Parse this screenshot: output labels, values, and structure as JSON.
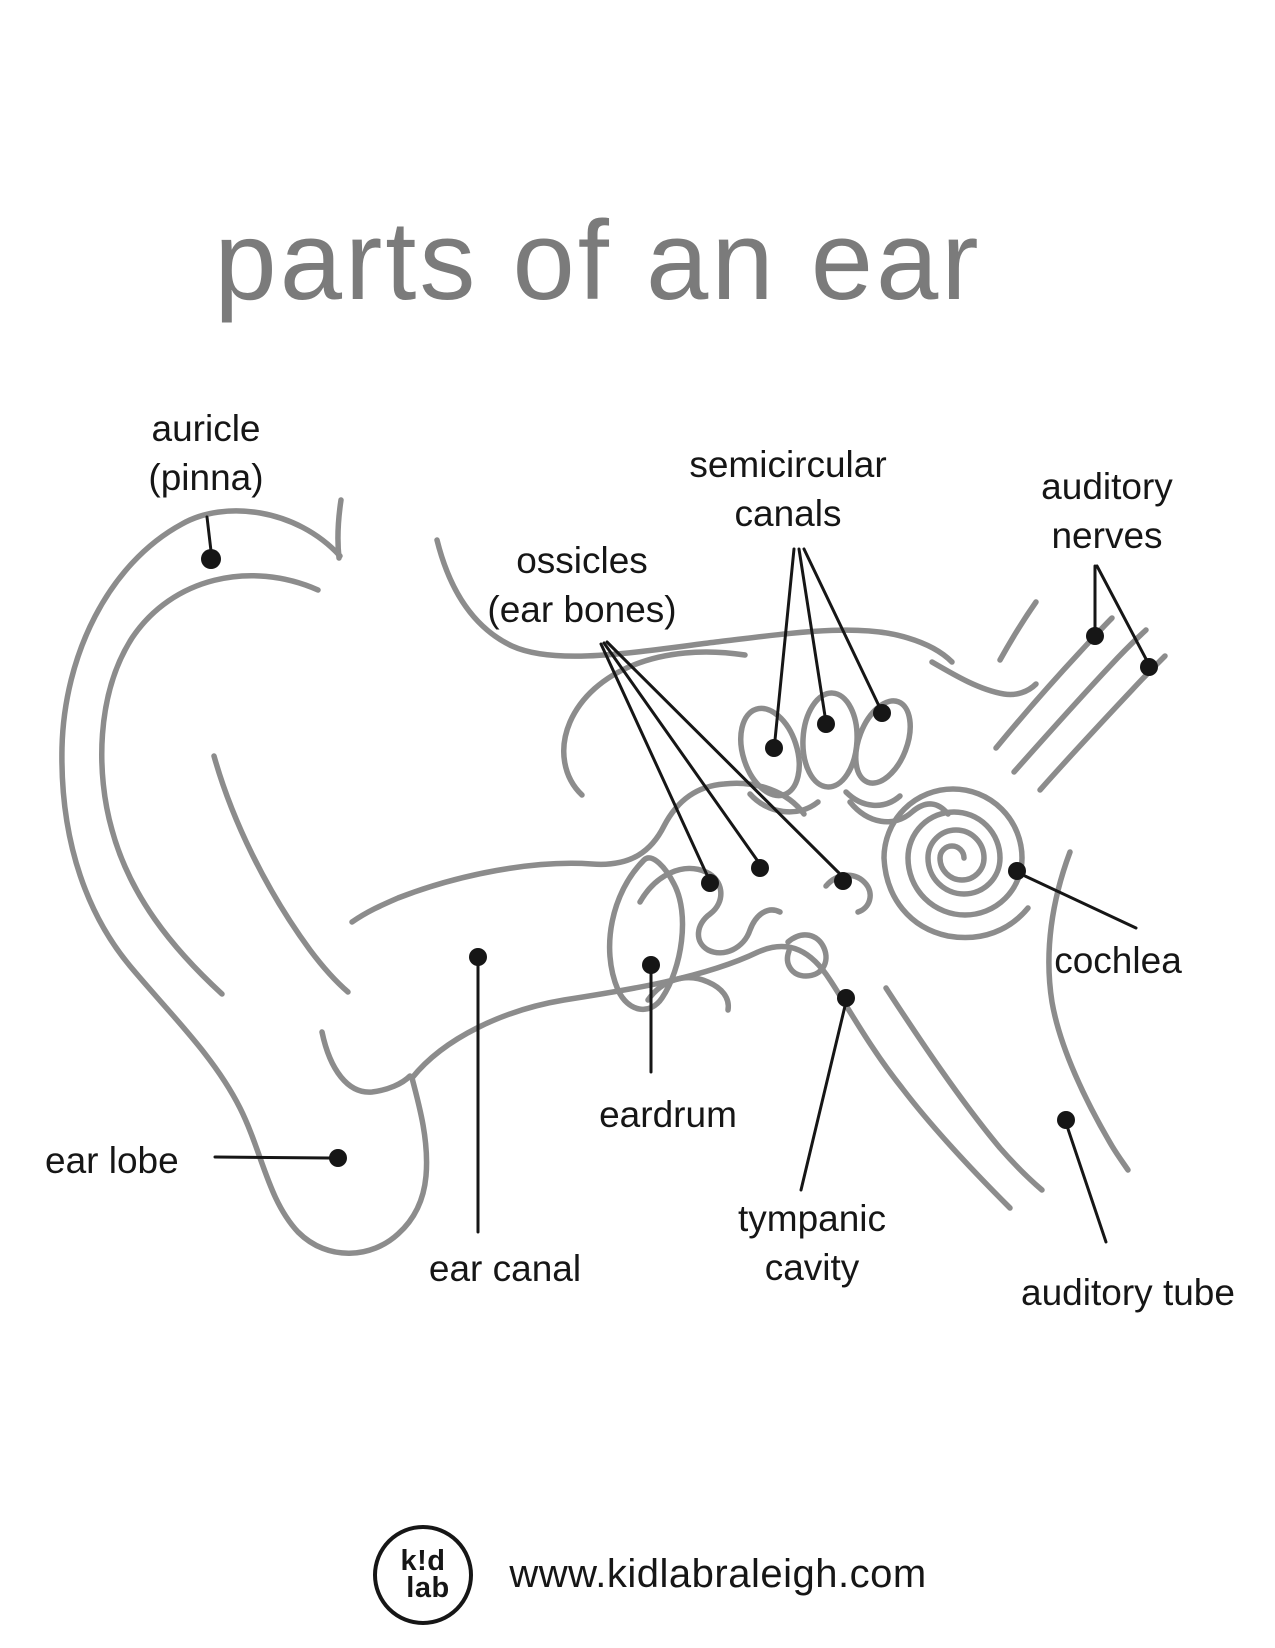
{
  "page": {
    "title": "parts of an ear",
    "colors": {
      "title_text": "#7b7b7b",
      "label_ink": "#161616",
      "sketch_stroke": "#8c8c8c",
      "paper": "#ffffff"
    }
  },
  "labels": {
    "auricle": {
      "line1": "auricle",
      "line2": "(pinna)"
    },
    "semicircular_canals": {
      "line1": "semicircular",
      "line2": "canals"
    },
    "auditory_nerves": {
      "line1": "auditory",
      "line2": "nerves"
    },
    "ossicles": {
      "line1": "ossicles",
      "line2": "(ear bones)"
    },
    "cochlea": {
      "text": "cochlea"
    },
    "ear_lobe": {
      "text": "ear lobe"
    },
    "eardrum": {
      "text": "eardrum"
    },
    "ear_canal": {
      "text": "ear canal"
    },
    "tympanic_cavity": {
      "line1": "tympanic",
      "line2": "cavity"
    },
    "auditory_tube": {
      "text": "auditory tube"
    }
  },
  "footer": {
    "logo_line1": "k!d",
    "logo_line2": "lab",
    "website": "www.kidlabraleigh.com"
  }
}
